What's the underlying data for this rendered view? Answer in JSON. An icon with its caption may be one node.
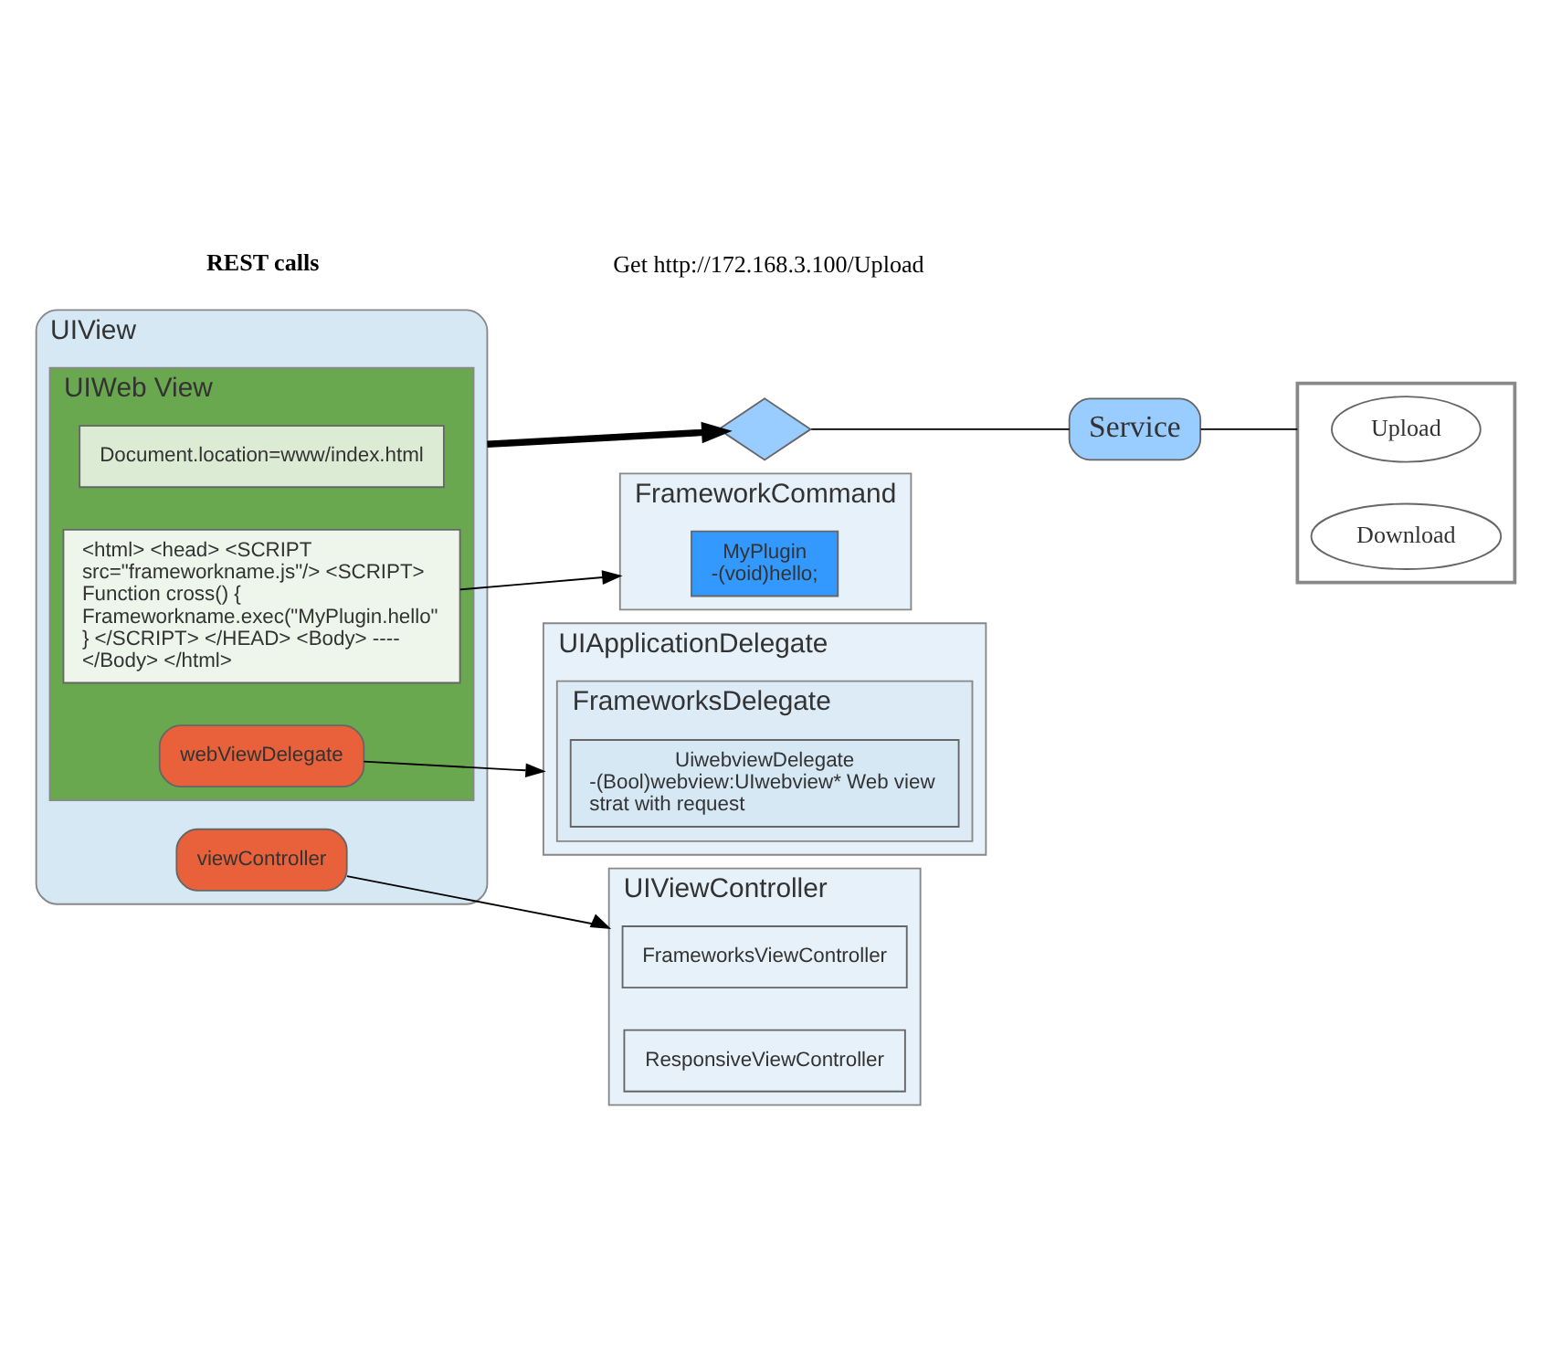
{
  "diagram": {
    "nodes": [
      {
        "text": [
          "UIView"
        ]
      },
      {
        "text": [
          "UIWeb View"
        ],
        "in": 0
      },
      {
        "text": [
          "Document.location=www/index.html"
        ],
        "in": 1
      },
      {
        "text": [
          "<html> <head> <SCRIPT src=\"frameworkname.js\"/> <SCRIPT> Function cross() { Frameworkname.exec(\"MyPlugin.hello\" } </SCRIPT> </HEAD> <Body> ---- </Body> </html>"
        ],
        "in": 1
      },
      {
        "text": [
          "webViewDelegate"
        ],
        "in": 1
      },
      {
        "text": [
          "viewController"
        ],
        "in": 0
      },
      {
        "text": [
          "FrameworkCommand"
        ]
      },
      {
        "text": [
          "MyPlugin",
          "-(void)hello;"
        ],
        "in": 6
      },
      {
        "text": [
          "UIApplicationDelegate"
        ]
      },
      {
        "text": [
          "FrameworksDelegate"
        ],
        "in": 8
      },
      {
        "text": [
          "UiwebviewDelegate",
          "-(Bool)webview:UIwebview* Web view strat with request"
        ],
        "in": 9
      },
      {
        "text": [
          "UIViewController"
        ]
      },
      {
        "text": [
          "FrameworksViewController"
        ],
        "in": 11
      },
      {
        "text": [
          "ResponsiveViewController"
        ],
        "in": 11
      },
      {
        "text": [],
        "shape": "diamond"
      },
      {
        "text": [
          "Service"
        ]
      },
      {
        "text": [],
        "shape": "box"
      },
      {
        "text": [
          "Upload"
        ],
        "in": 16
      },
      {
        "text": [
          "Download"
        ],
        "in": 16
      }
    ],
    "edges": [
      {
        "from": 3,
        "to": 6,
        "arrow": "to"
      },
      {
        "from": 4,
        "to": 8,
        "arrow": "to"
      },
      {
        "from": 5,
        "to": 11,
        "arrow": "to"
      },
      {
        "from": 0,
        "to": 14,
        "arrow": "to",
        "style": "thick"
      },
      {
        "from": 14,
        "to": 15,
        "arrow": "none"
      },
      {
        "from": 15,
        "to": 16,
        "arrow": "none"
      }
    ],
    "labels": [
      "REST calls",
      "Get http://172.168.3.100/Upload"
    ]
  }
}
